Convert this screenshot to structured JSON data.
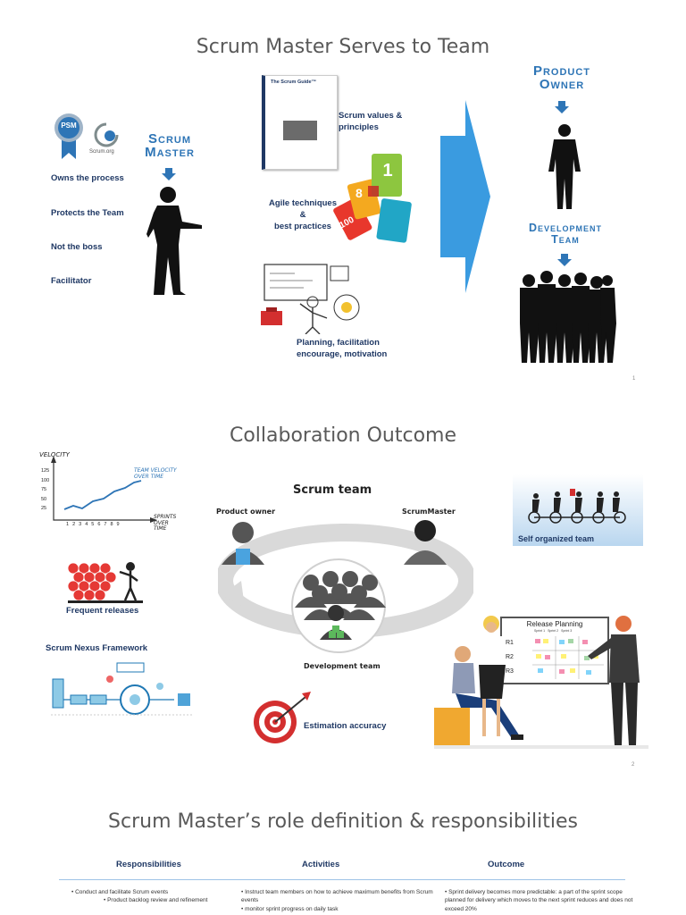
{
  "slide1": {
    "title": "Scrum Master Serves to Team",
    "psm_badge": "PSM",
    "scrum_org_logo": "Scrum.org",
    "scrum_master_heading": "Scrum Master",
    "sm_duties": [
      "Owns the process",
      "Protects the Team",
      "Not the boss",
      "Facilitator"
    ],
    "guide_title": "The Scrum Guide™",
    "values_label": "Scrum values & principles",
    "agile_label_1": "Agile techniques",
    "agile_label_2": "&",
    "agile_label_3": "best practices",
    "card_one": "1",
    "card_eight": "8",
    "card_hundred": "100",
    "planning_label_1": "Planning, facilitation",
    "planning_label_2": "encourage, motivation",
    "product_owner_heading": "Product Owner",
    "dev_team_heading": "Development Team",
    "page_number": "1"
  },
  "slide2": {
    "title": "Collaboration Outcome",
    "velocity_axis": "VELOCITY",
    "velocity_legend": "TEAM VELOCITY OVER TIME",
    "velocity_x_label": "SPRINTS OVER TIME",
    "velocity_y_ticks": [
      "125",
      "100",
      "75",
      "50",
      "25"
    ],
    "velocity_x_ticks": [
      "1",
      "2",
      "3",
      "4",
      "5",
      "6",
      "7",
      "8",
      "9"
    ],
    "frequent_releases": "Frequent releases",
    "nexus_label": "Scrum Nexus Framework",
    "scrum_team_label": "Scrum team",
    "product_owner_label": "Product owner",
    "scrummaster_label": "ScrumMaster",
    "dev_team_label": "Development team",
    "self_organized": "Self organized team",
    "estimation": "Estimation accuracy",
    "release_planning": "Release Planning",
    "release_rows": [
      "R1",
      "R2",
      "R3"
    ],
    "release_cols": [
      "Sprint 1",
      "Sprint 2",
      "Sprint 3"
    ],
    "page_number": "2"
  },
  "slide3": {
    "title": "Scrum Master’s role definition & responsibilities",
    "columns": [
      "Responsibilities",
      "Activities",
      "Outcome"
    ],
    "responsibilities": [
      "Conduct and facilitate Scrum events",
      "Product backlog review and refinement"
    ],
    "activities": [
      "Instruct team members on how to achieve maximum benefits from Scrum events",
      "monitor sprint progress on daily task"
    ],
    "outcome": [
      "Sprint delivery becomes more predictable: a part of the sprint scope planned for delivery which moves to the next sprint reduces and does not exceed 20%"
    ]
  },
  "colors": {
    "accent_blue": "#2e75b6",
    "dark_navy": "#1f3864",
    "arrow_blue": "#3a9be0",
    "title_gray": "#595959"
  }
}
